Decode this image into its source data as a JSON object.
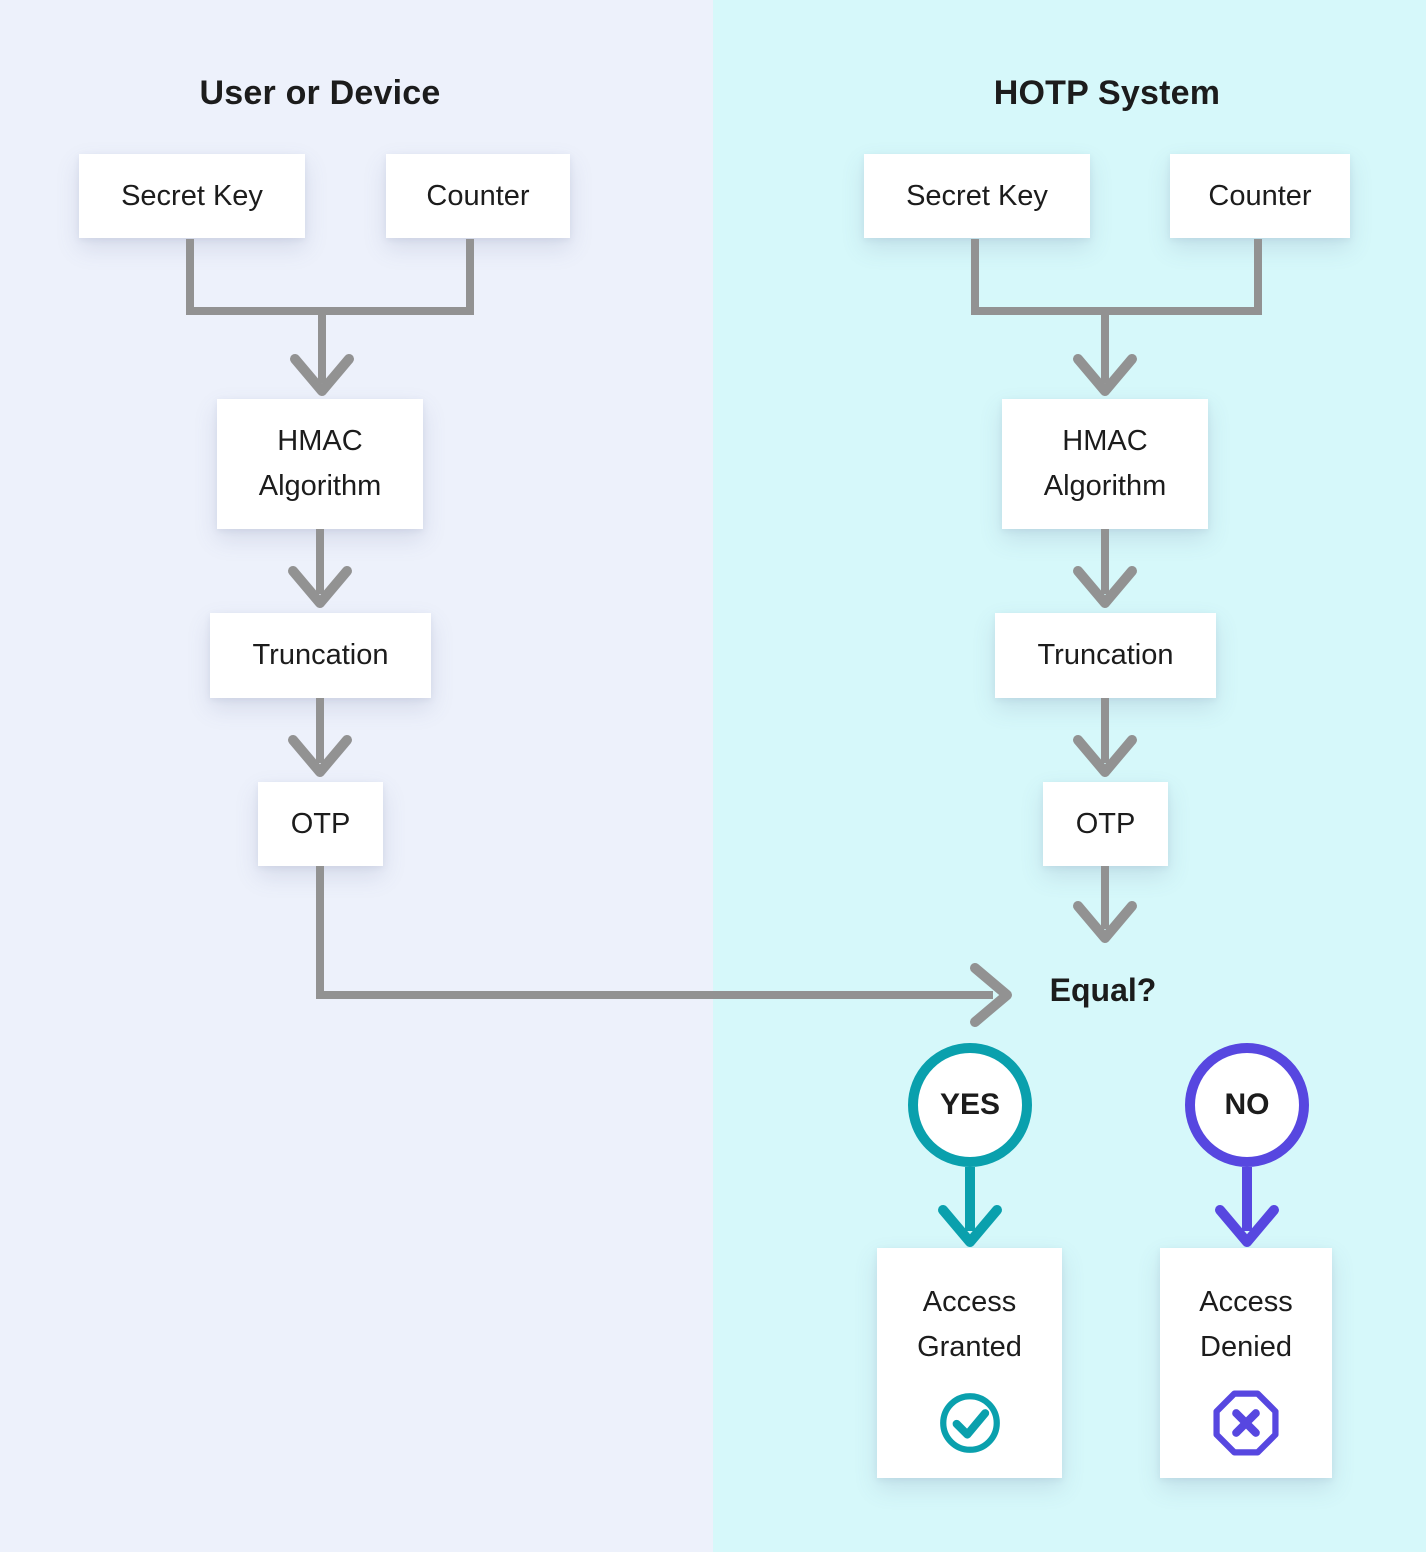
{
  "colors": {
    "left_bg": "#EDF1FB",
    "right_bg": "#D6F8FA",
    "box_bg": "#FFFFFF",
    "line_gray": "#929292",
    "teal": "#0AA0AD",
    "purple": "#5747E0",
    "text": "#1C1C1C"
  },
  "left_panel": {
    "title": "User or Device",
    "secret_key": "Secret Key",
    "counter": "Counter",
    "hmac": "HMAC Algorithm",
    "truncation": "Truncation",
    "otp": "OTP"
  },
  "right_panel": {
    "title": "HOTP System",
    "secret_key": "Secret Key",
    "counter": "Counter",
    "hmac": "HMAC Algorithm",
    "truncation": "Truncation",
    "otp": "OTP"
  },
  "decision": {
    "question": "Equal?",
    "yes": "YES",
    "no": "NO",
    "access_granted": "Access Granted",
    "access_denied": "Access Denied"
  }
}
